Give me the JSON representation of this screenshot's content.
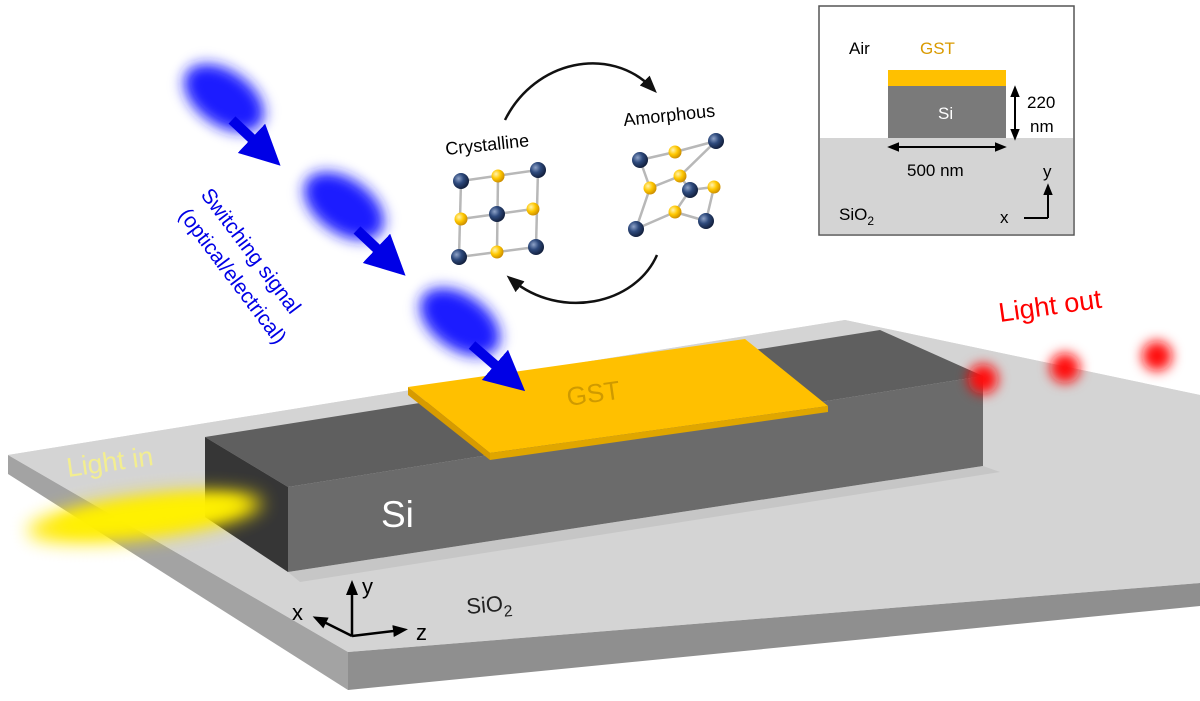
{
  "labels": {
    "light_in": "Light in",
    "light_out": "Light out",
    "switching_line1": "Switching signal",
    "switching_line2": "(optical/electrical)",
    "crystalline": "Crystalline",
    "amorphous": "Amorphous",
    "gst_main": "GST",
    "si_main": "Si",
    "sio2_main_base": "SiO",
    "sio2_main_sub": "2",
    "axis_x": "x",
    "axis_y": "y",
    "axis_z": "z"
  },
  "inset": {
    "air": "Air",
    "gst": "GST",
    "si": "Si",
    "sio2_base": "SiO",
    "sio2_sub": "2",
    "height_value": "220",
    "height_unit": "nm",
    "width": "500 nm",
    "axis_x": "x",
    "axis_y": "y"
  },
  "colors": {
    "gst": "#ffc000",
    "si": "#767676",
    "sio2": "#d4d4d4",
    "light_in": "#ffee00",
    "light_out": "#ff0000",
    "switching": "#0000ff",
    "atom_dark": "#1f3864",
    "atom_yellow": "#ffc000"
  }
}
